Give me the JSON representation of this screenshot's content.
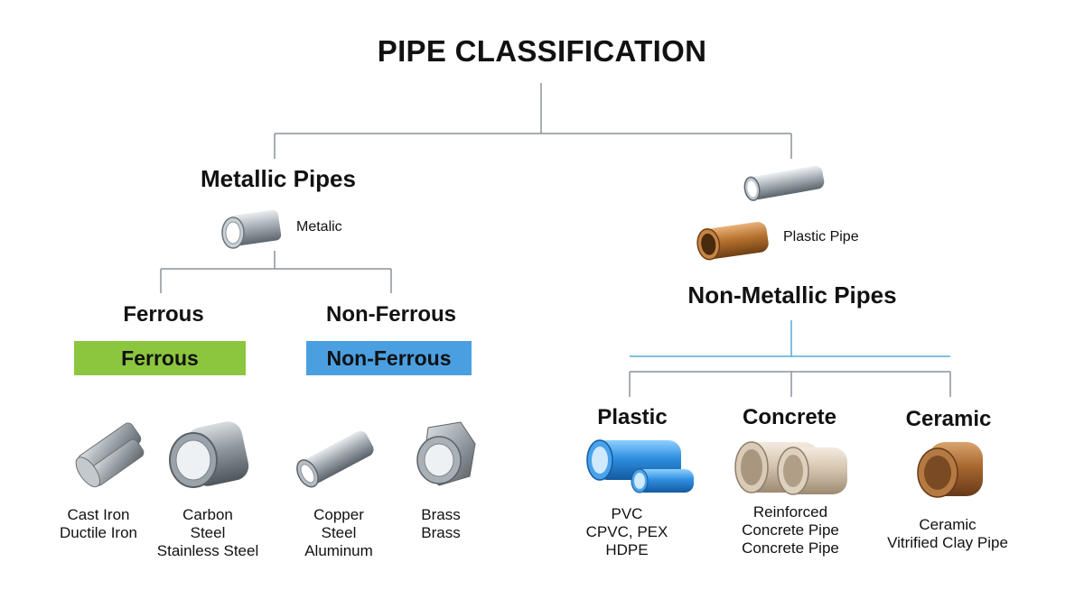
{
  "title": "PIPE CLASSIFICATION",
  "metallic": {
    "heading": "Metallic Pipes",
    "icon_label": "Metalic",
    "ferrous": {
      "heading": "Ferrous",
      "badge": "Ferrous",
      "badge_color": "#8cc63f",
      "items": [
        {
          "lines": [
            "Cast Iron",
            "Ductile Iron"
          ],
          "icon": "cast-iron-pipe-icon"
        },
        {
          "lines": [
            "Carbon",
            "Steel",
            "Stainless Steel"
          ],
          "icon": "carbon-steel-pipe-icon"
        }
      ]
    },
    "non_ferrous": {
      "heading": "Non-Ferrous",
      "badge": "Non-Ferrous",
      "badge_color": "#4a9fe0",
      "items": [
        {
          "lines": [
            "Copper",
            "Steel",
            "Aluminum"
          ],
          "icon": "copper-pipe-icon"
        },
        {
          "lines": [
            "Brass",
            "Brass"
          ],
          "icon": "brass-pipe-icon"
        }
      ]
    }
  },
  "non_metallic": {
    "heading": "Non-Metallic Pipes",
    "icon_label": "Plastic Pipe",
    "categories": [
      {
        "heading": "Plastic",
        "lines": [
          "PVC",
          "CPVC, PEX",
          "HDPE"
        ],
        "icon": "plastic-pipe-icon"
      },
      {
        "heading": "Concrete",
        "lines": [
          "Reinforced",
          "Concrete Pipe",
          "Concrete Pipe"
        ],
        "icon": "concrete-pipe-icon"
      },
      {
        "heading": "Ceramic",
        "lines": [
          "Ceramic",
          "Vitrified Clay Pipe"
        ],
        "icon": "ceramic-pipe-icon"
      }
    ]
  }
}
